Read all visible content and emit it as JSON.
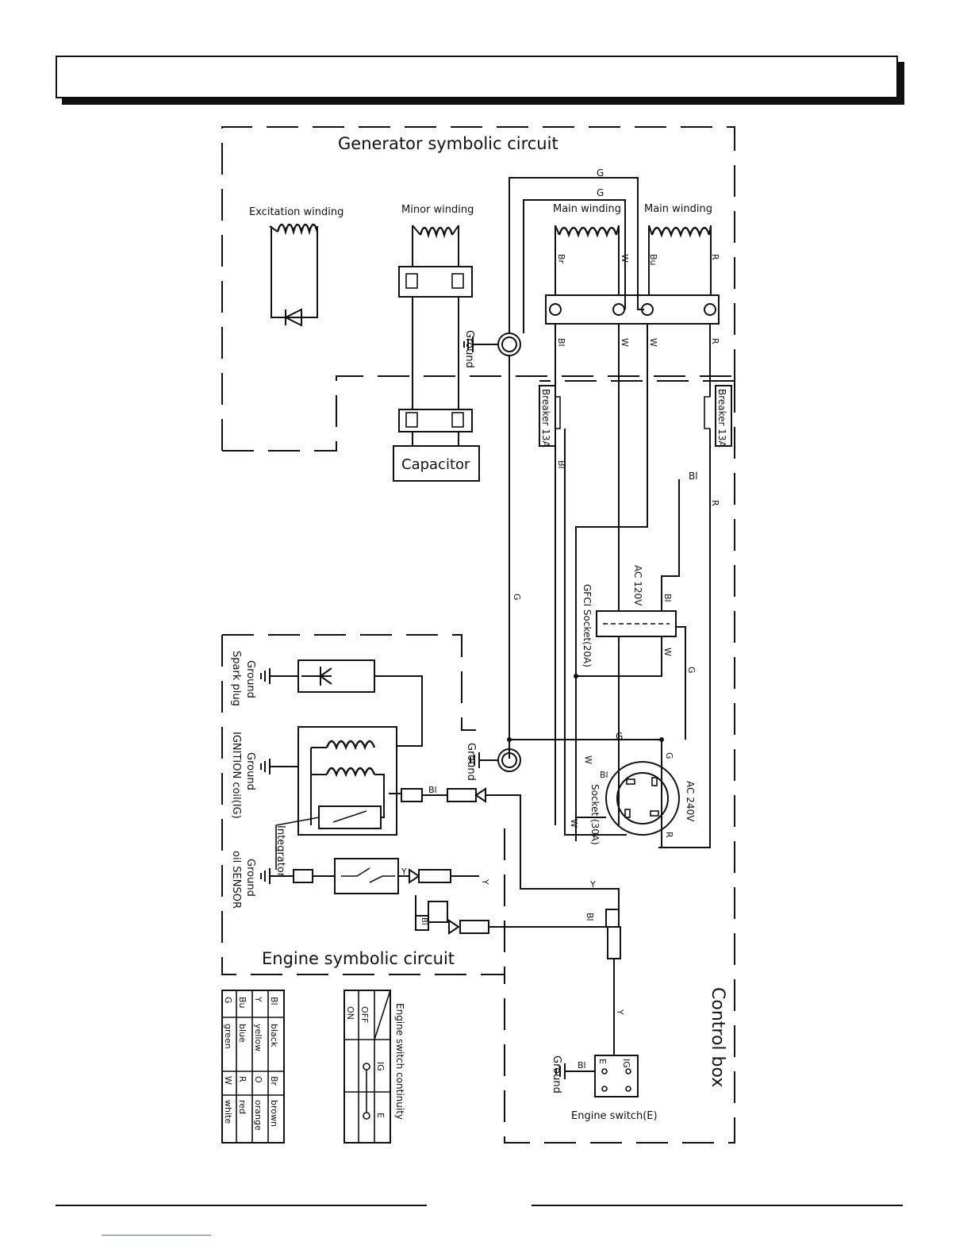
{
  "generator_title": "Generator symbolic circuit",
  "engine_title": "Engine symbolic circuit",
  "control_box": "Control box",
  "windings": {
    "excitation": "Excitation winding",
    "minor": "Minor winding",
    "main1": "Main winding",
    "main2": "Main winding"
  },
  "capacitor": "Capacitor",
  "breaker_left": "Breaker 13A",
  "breaker_right": "Breaker 13A",
  "ground": "Ground",
  "gfci": {
    "line1": "AC 120V",
    "line2": "GFCI Socket(20A)"
  },
  "socket30": {
    "ac": "AC 240V",
    "label": "Socket (30A)"
  },
  "ignition": {
    "spark_plug": "Spark plug",
    "coil": "IGNITION coil(IG)",
    "integrator": "Integrator",
    "oil": "oil SENSOR"
  },
  "engine_switch": {
    "label": "Engine switch(E)",
    "ig": "IG",
    "e": "E"
  },
  "wire_codes": {
    "Bl": "Bl",
    "Y": "Y",
    "G": "G",
    "W": "W",
    "R": "R",
    "Br": "Br",
    "Bu": "Bu"
  },
  "color_legend": [
    {
      "code": "Bl",
      "name": "black",
      "code2": "Br",
      "name2": "brown"
    },
    {
      "code": "Y",
      "name": "yellow",
      "code2": "O",
      "name2": "orange"
    },
    {
      "code": "Bu",
      "name": "blue",
      "code2": "R",
      "name2": "red"
    },
    {
      "code": "G",
      "name": "green",
      "code2": "W",
      "name2": "white"
    }
  ],
  "switch_table": {
    "title": "Engine switch continuity",
    "col_ig": "IG",
    "col_e": "E",
    "row_off": "OFF",
    "row_on": "ON"
  }
}
